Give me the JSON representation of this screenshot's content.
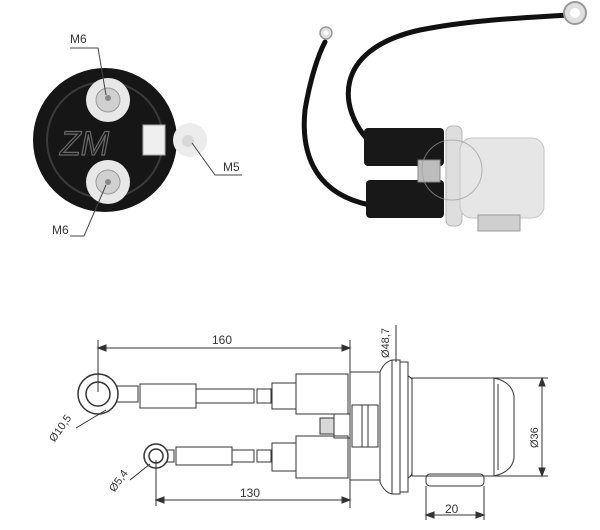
{
  "figure": {
    "subject": "Starter solenoid",
    "watermark": "ZM",
    "colors": {
      "line": "#333333",
      "dark_body": "#1a1a1a",
      "light_body": "#e6e6e6",
      "background": "#ffffff"
    }
  },
  "end_view": {
    "labels": {
      "top_terminal": "M6",
      "bottom_terminal": "M6",
      "side_terminal": "M5"
    }
  },
  "photo_view": {
    "description": "Solenoid with two black cables ending in ring terminals"
  },
  "dimension_drawing": {
    "dimensions": {
      "upper_cable_length": "160",
      "lower_cable_length": "130",
      "large_ring_diameter": "Ø10,5",
      "small_ring_diameter": "Ø5,4",
      "flange_diameter": "Ø48,7",
      "body_diameter": "Ø36",
      "bracket_width": "20"
    }
  }
}
